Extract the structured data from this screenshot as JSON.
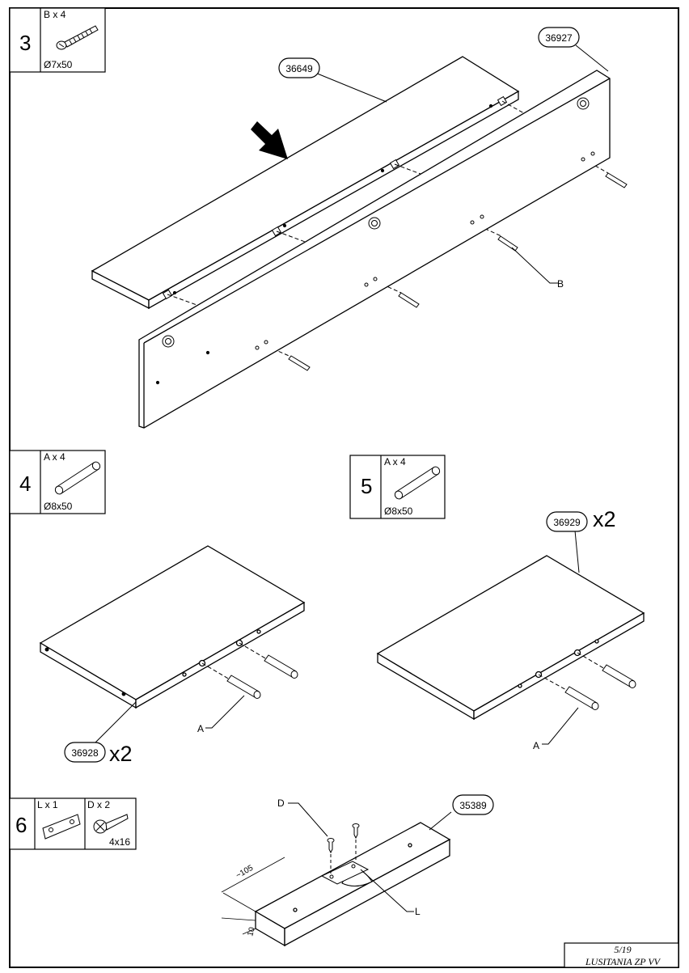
{
  "steps": [
    {
      "number": "3",
      "hardware": [
        {
          "qty_label": "B x 4",
          "size": "Ø7x50"
        }
      ]
    },
    {
      "number": "4",
      "hardware": [
        {
          "qty_label": "A x 4",
          "size": "Ø8x50"
        }
      ]
    },
    {
      "number": "5",
      "hardware": [
        {
          "qty_label": "A x 4",
          "size": "Ø8x50"
        }
      ]
    },
    {
      "number": "6",
      "hardware": [
        {
          "qty_label": "L x 1",
          "size": ""
        },
        {
          "qty_label": "D x 2",
          "size": "4x16"
        }
      ]
    }
  ],
  "parts": {
    "p36649": "36649",
    "p36927": "36927",
    "p36929": "36929",
    "p36928": "36928",
    "p35389": "35389"
  },
  "multipliers": {
    "m36929": "x2",
    "m36928": "x2"
  },
  "callouts": {
    "B": "B",
    "A1": "A",
    "A2": "A",
    "D": "D",
    "L": "L"
  },
  "dimensions": {
    "d106": "~105",
    "d10": "10"
  },
  "footer": {
    "page": "5/19",
    "model": "LUSITANIA ZP VV"
  }
}
